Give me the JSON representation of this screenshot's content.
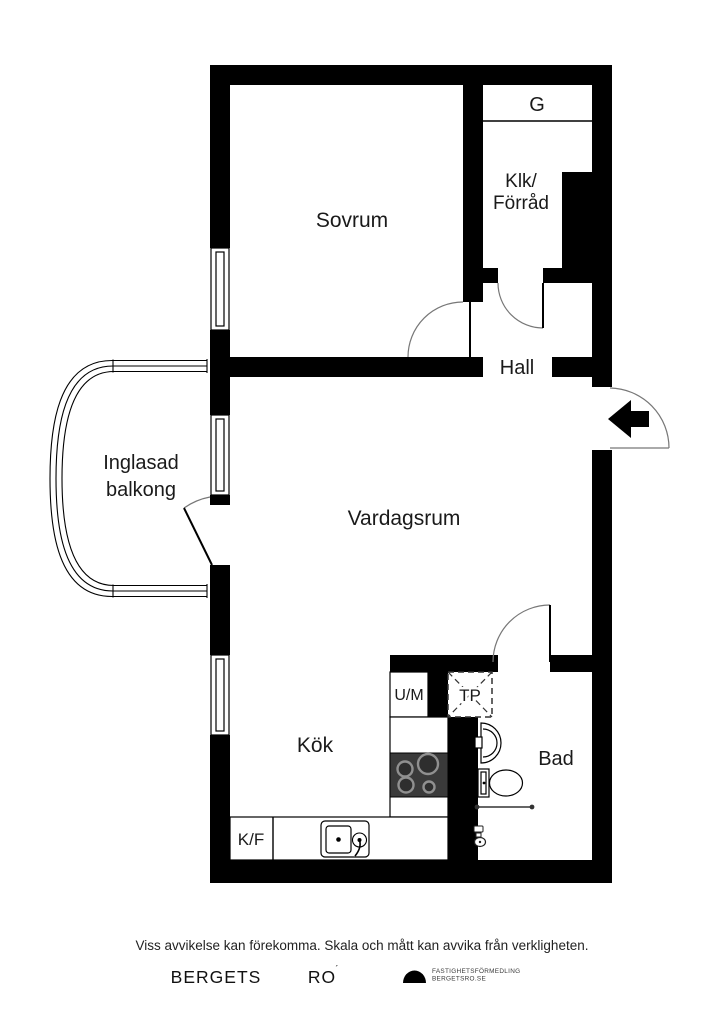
{
  "labels": {
    "sovrum": "Sovrum",
    "garderob": "G",
    "klk_line1": "Klk/",
    "klk_line2": "Förråd",
    "hall": "Hall",
    "vardagsrum": "Vardagsrum",
    "balkong_line1": "Inglasad",
    "balkong_line2": "balkong",
    "kok": "Kök",
    "bad": "Bad",
    "um": "U/M",
    "tp": "TP",
    "kf": "K/F"
  },
  "footer": {
    "disclaimer": "Viss avvikelse kan förekomma. Skala och mått kan avvika från verkligheten.",
    "brand_word1": "BERGETS",
    "brand_word2": "RO",
    "brand_accent": "´",
    "agency_line1": "FASTIGHETSFÖRMEDLING",
    "agency_line2": "BERGETSRO.SE"
  },
  "colors": {
    "wall": "#000000",
    "stove": "#3a3a3a",
    "arc": "#777777",
    "text": "#1a1a1a"
  }
}
